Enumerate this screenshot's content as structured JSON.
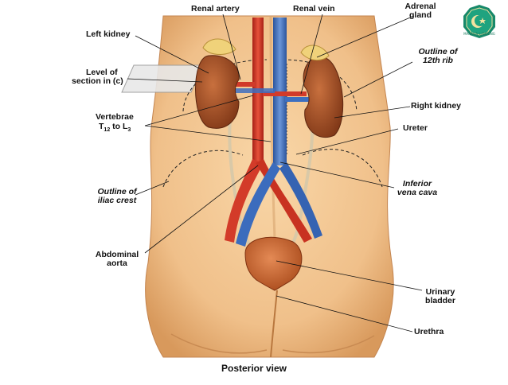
{
  "labels": {
    "renal_artery": "Renal artery",
    "renal_vein": "Renal vein",
    "adrenal_gland_1": "Adrenal",
    "adrenal_gland_2": "gland",
    "left_kidney": "Left kidney",
    "level_1": "Level of",
    "level_2": "section in (c)",
    "rib_1": "Outline of",
    "rib_2": "12th rib",
    "vert_1": "Vertebrae",
    "vert_2a": "T",
    "vert_2b": "12",
    "vert_2c": " to L",
    "vert_2d": "3",
    "right_kidney": "Right kidney",
    "ureter": "Ureter",
    "ivc_1": "Inferior",
    "ivc_2": "vena cava",
    "iliac_1": "Outline of",
    "iliac_2": "iliac crest",
    "aorta_1": "Abdominal",
    "aorta_2": "aorta",
    "bladder_1": "Urinary",
    "bladder_2": "bladder",
    "urethra": "Urethra"
  },
  "caption": "Posterior view",
  "logo_text": "MAMNUN LAMPUNG",
  "colors": {
    "skin": "#f2c48f",
    "kidney": "#a9542a",
    "artery": "#d23a2a",
    "vein": "#3d6fc0",
    "adrenal": "#f0d27a",
    "bladder": "#c8632f",
    "logo": "#17896a"
  }
}
